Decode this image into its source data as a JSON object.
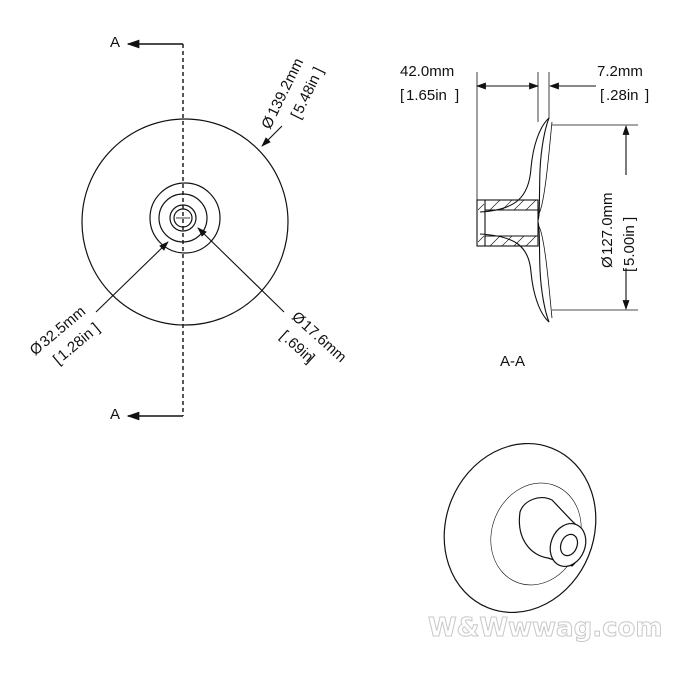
{
  "section": {
    "marker_top": "A",
    "marker_bottom": "A",
    "view_label": "A-A"
  },
  "dimensions": {
    "outer_diameter": {
      "mm": "139.2mm",
      "in": "5.48in"
    },
    "hub_diameter": {
      "mm": "32.5mm",
      "in": "1.28in"
    },
    "bore_diameter": {
      "mm": "17.6mm",
      "in": ".69in"
    },
    "overall_depth": {
      "mm": "42.0mm",
      "in": "1.65in"
    },
    "flange_thickness": {
      "mm": "7.2mm",
      "in": ".28in"
    },
    "face_diameter": {
      "mm": "127.0mm",
      "in": "5.00in"
    }
  },
  "symbols": {
    "diameter": "Ø"
  },
  "watermark": {
    "brand": "W&W",
    "site": "wwag.com"
  }
}
